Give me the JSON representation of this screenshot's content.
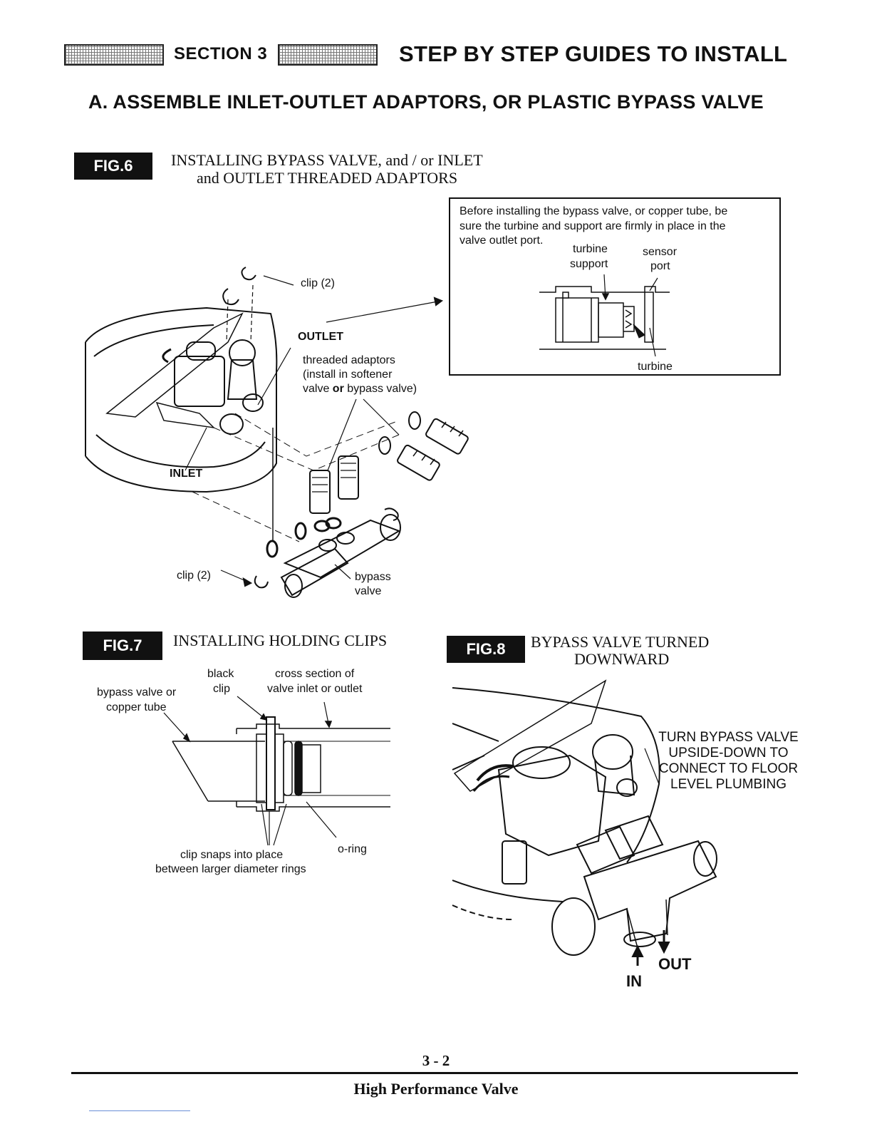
{
  "header": {
    "section_label": "SECTION 3",
    "title": "STEP BY STEP GUIDES TO INSTALL"
  },
  "subtitle": "A. ASSEMBLE INLET-OUTLET ADAPTORS, OR PLASTIC BYPASS VALVE",
  "fig6": {
    "tag": "FIG.6",
    "caption_line1": "INSTALLING BYPASS VALVE, and / or INLET",
    "caption_line2": "and OUTLET THREADED ADAPTORS",
    "labels": {
      "clip_top": "clip (2)",
      "outlet": "OUTLET",
      "threaded_line1": "threaded adaptors",
      "threaded_line2": "(install in softener",
      "threaded_line3a": "valve ",
      "threaded_line3b": "or",
      "threaded_line3c": " bypass valve)",
      "inlet": "INLET",
      "clip_bottom": "clip (2)",
      "bypass_line1": "bypass",
      "bypass_line2": "valve"
    },
    "inset": {
      "note_line1": "Before installing the bypass valve, or copper tube, be",
      "note_line2": "sure the turbine and support are firmly in place in the",
      "note_line3": "valve outlet port.",
      "turbine_support_1": "turbine",
      "turbine_support_2": "support",
      "sensor_port_1": "sensor",
      "sensor_port_2": "port",
      "turbine": "turbine"
    }
  },
  "fig7": {
    "tag": "FIG.7",
    "caption": "INSTALLING HOLDING CLIPS",
    "labels": {
      "bypass_1": "bypass valve or",
      "bypass_2": "copper tube",
      "black_1": "black",
      "black_2": "clip",
      "cross_1": "cross section of",
      "cross_2": "valve inlet or outlet",
      "snap_1": "clip snaps into place",
      "snap_2": "between larger diameter rings",
      "oring": "o-ring"
    }
  },
  "fig8": {
    "tag": "FIG.8",
    "caption_line1": "BYPASS VALVE TURNED",
    "caption_line2": "DOWNWARD",
    "note_line1": "TURN BYPASS VALVE",
    "note_line2": "UPSIDE-DOWN TO",
    "note_line3": "CONNECT TO FLOOR",
    "note_line4": "LEVEL PLUMBING",
    "in": "IN",
    "out": "OUT"
  },
  "footer": {
    "page_number": "3 - 2",
    "product": "High Performance Valve"
  }
}
